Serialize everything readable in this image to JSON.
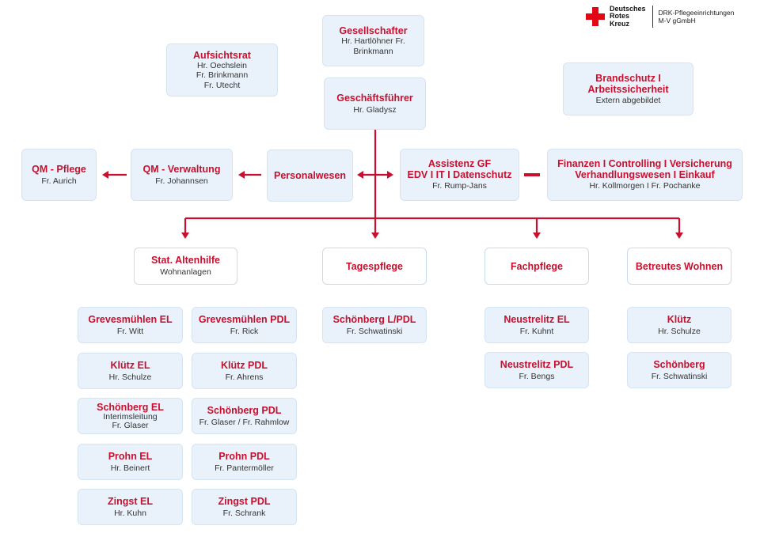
{
  "logo": {
    "brand_lines": [
      "Deutsches",
      "Rotes",
      "Kreuz"
    ],
    "org_lines": [
      "DRK-Pflegeeinrichtungen",
      "M-V gGmbH"
    ],
    "cross_color": "#e30613"
  },
  "colors": {
    "title": "#c8102e",
    "box_fill": "#e9f2fb",
    "connector": "#c8102e"
  },
  "nodes": {
    "gesellschafter": {
      "title": "Gesellschafter",
      "lines": [
        "Hr. Hartlöhner Fr.",
        "Brinkmann"
      ]
    },
    "aufsichtsrat": {
      "title": "Aufsichtsrat",
      "lines": [
        "Hr. Oechslein",
        "Fr. Brinkmann",
        "Fr. Utecht"
      ]
    },
    "geschaeftsfuehrer": {
      "title": "Geschäftsführer",
      "lines": [
        "Hr. Gladysz"
      ]
    },
    "brandschutz": {
      "title_lines": [
        "Brandschutz I",
        "Arbeitssicherheit"
      ],
      "lines": [
        "Extern abgebildet"
      ]
    },
    "qm_pflege": {
      "title": "QM - Pflege",
      "lines": [
        "Fr. Aurich"
      ]
    },
    "qm_verwaltung": {
      "title": "QM - Verwaltung",
      "lines": [
        "Fr. Johannsen"
      ]
    },
    "personalwesen": {
      "title": "Personalwesen"
    },
    "assistenz": {
      "title_lines": [
        "Assistenz GF",
        "EDV I IT I Datenschutz"
      ],
      "lines": [
        "Fr. Rump-Jans"
      ]
    },
    "finanzen": {
      "title_lines": [
        "Finanzen I Controlling I Versicherung",
        "Verhandlungswesen I Einkauf"
      ],
      "lines": [
        "Hr. Kollmorgen I Fr. Pochanke"
      ]
    },
    "stat_altenhilfe": {
      "title": "Stat. Altenhilfe",
      "lines": [
        "Wohnanlagen"
      ]
    },
    "tagespflege": {
      "title": "Tagespflege"
    },
    "fachpflege": {
      "title": "Fachpflege"
    },
    "betreutes_wohnen": {
      "title": "Betreutes Wohnen"
    },
    "grevesmuehlen_el": {
      "title": "Grevesmühlen EL",
      "lines": [
        "Fr. Witt"
      ]
    },
    "grevesmuehlen_pdl": {
      "title": "Grevesmühlen PDL",
      "lines": [
        "Fr. Rick"
      ]
    },
    "kluetz_el": {
      "title": "Klütz EL",
      "lines": [
        "Hr. Schulze"
      ]
    },
    "kluetz_pdl": {
      "title": "Klütz PDL",
      "lines": [
        "Fr. Ahrens"
      ]
    },
    "schoenberg_el": {
      "title": "Schönberg EL",
      "lines": [
        "Interimsleitung",
        "Fr. Glaser"
      ]
    },
    "schoenberg_pdl": {
      "title": "Schönberg PDL",
      "lines": [
        "Fr. Glaser / Fr. Rahmlow"
      ]
    },
    "prohn_el": {
      "title": "Prohn EL",
      "lines": [
        "Hr. Beinert"
      ]
    },
    "prohn_pdl": {
      "title": "Prohn PDL",
      "lines": [
        "Fr. Pantermöller"
      ]
    },
    "zingst_el": {
      "title": "Zingst EL",
      "lines": [
        "Hr. Kuhn"
      ]
    },
    "zingst_pdl": {
      "title": "Zingst PDL",
      "lines": [
        "Fr. Schrank"
      ]
    },
    "schoenberg_lpdl": {
      "title": "Schönberg L/PDL",
      "lines": [
        "Fr. Schwatinski"
      ]
    },
    "neustrelitz_el": {
      "title": "Neustrelitz EL",
      "lines": [
        "Fr. Kuhnt"
      ]
    },
    "neustrelitz_pdl": {
      "title": "Neustrelitz PDL",
      "lines": [
        "Fr. Bengs"
      ]
    },
    "kluetz_bw": {
      "title": "Klütz",
      "lines": [
        "Hr. Schulze"
      ]
    },
    "schoenberg_bw": {
      "title": "Schönberg",
      "lines": [
        "Fr. Schwatinski"
      ]
    }
  }
}
